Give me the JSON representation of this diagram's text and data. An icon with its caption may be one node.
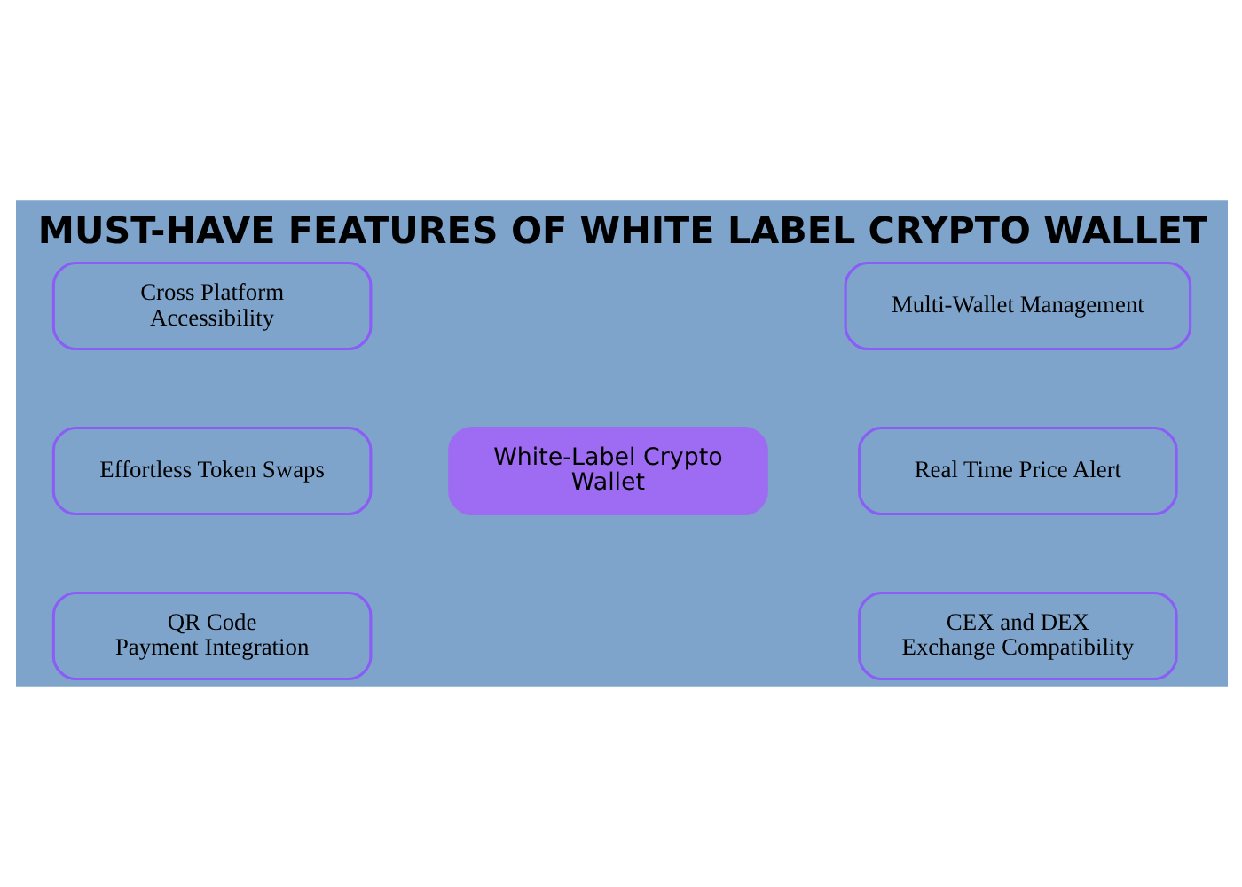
{
  "diagram": {
    "title": "MUST-HAVE FEATURES OF WHITE LABEL CRYPTO WALLET",
    "nodes": [
      {
        "text": [
          "Cross Platform Accessibility"
        ]
      },
      {
        "text": [
          "Multi-Wallet Management"
        ]
      },
      {
        "text": [
          "Effortless Token Swaps"
        ]
      },
      {
        "text": [
          "White-Label Crypto Wallet"
        ]
      },
      {
        "text": [
          "Real Time Price Alert"
        ]
      },
      {
        "text": [
          "QR Code Payment Integration"
        ]
      },
      {
        "text": [
          "CEX and DEX Exchange Compatibility"
        ]
      }
    ],
    "edges": []
  }
}
